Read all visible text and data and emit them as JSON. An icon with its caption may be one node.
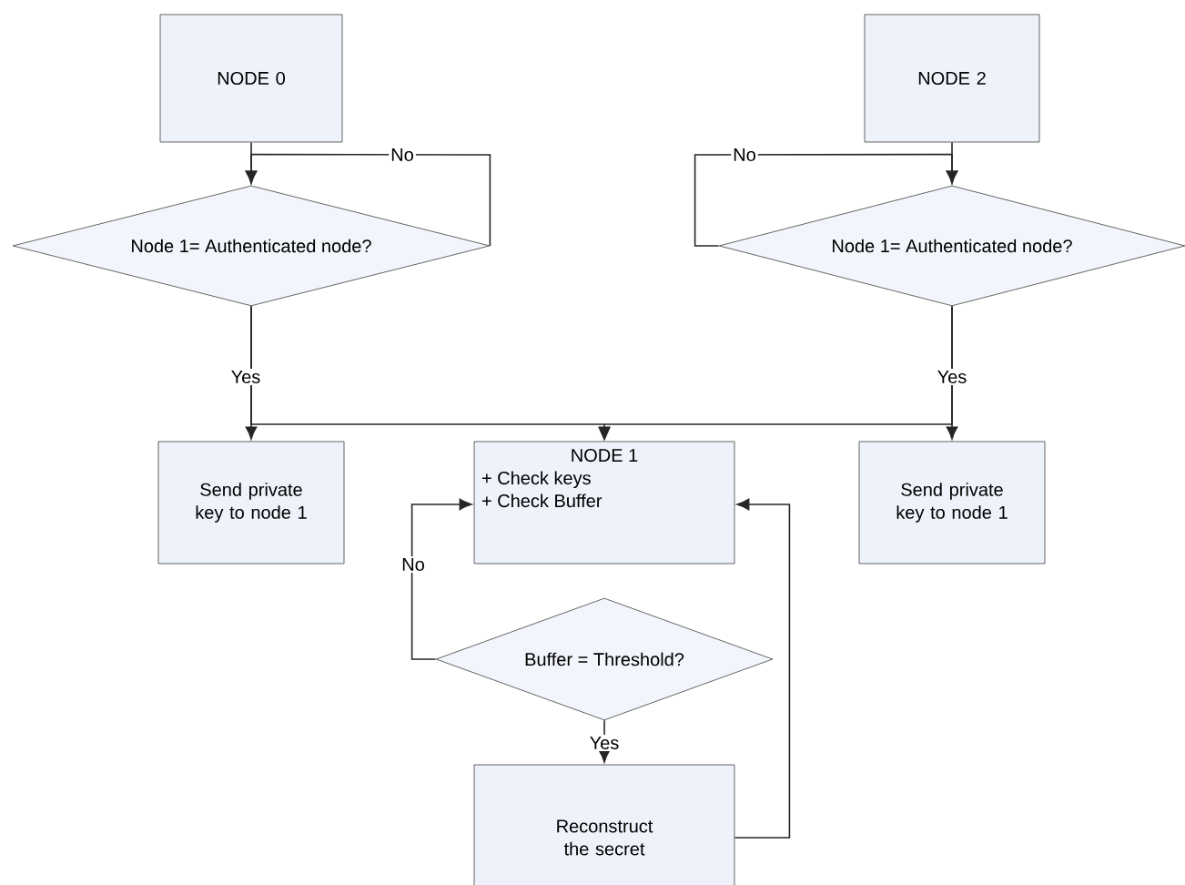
{
  "diagram": {
    "nodes": [
      {
        "text": [
          "NODE 0"
        ]
      },
      {
        "text": [
          "NODE 2"
        ]
      },
      {
        "text": [
          "Node  1= Authenticated node?"
        ]
      },
      {
        "text": [
          "Node  1= Authenticated node?"
        ]
      },
      {
        "text": [
          "Send private key to node 1"
        ]
      },
      {
        "text": [
          "NODE 1",
          "+ Check keys",
          "+ Check Buffer"
        ]
      },
      {
        "text": [
          "Send private key to node 1"
        ]
      },
      {
        "text": [
          "Buffer = Threshold?"
        ]
      },
      {
        "text": [
          "Reconstruct the secret"
        ]
      }
    ],
    "edges": [
      {
        "from": 0,
        "to": 2,
        "arrow": "to"
      },
      {
        "from": 1,
        "to": 3,
        "arrow": "to"
      },
      {
        "from": 2,
        "to": 2,
        "arrow": "to",
        "label": "No"
      },
      {
        "from": 3,
        "to": 3,
        "arrow": "to",
        "label": "No"
      },
      {
        "from": 2,
        "to": 4,
        "arrow": "to",
        "label": "Yes"
      },
      {
        "from": 2,
        "to": 5,
        "arrow": "to"
      },
      {
        "from": 3,
        "to": 5,
        "arrow": "to"
      },
      {
        "from": 3,
        "to": 6,
        "arrow": "to",
        "label": "Yes"
      },
      {
        "from": 7,
        "to": 5,
        "arrow": "to",
        "label": "No"
      },
      {
        "from": 7,
        "to": 8,
        "arrow": "to",
        "label": "Yes"
      },
      {
        "from": 8,
        "to": 5,
        "arrow": "to"
      }
    ]
  }
}
